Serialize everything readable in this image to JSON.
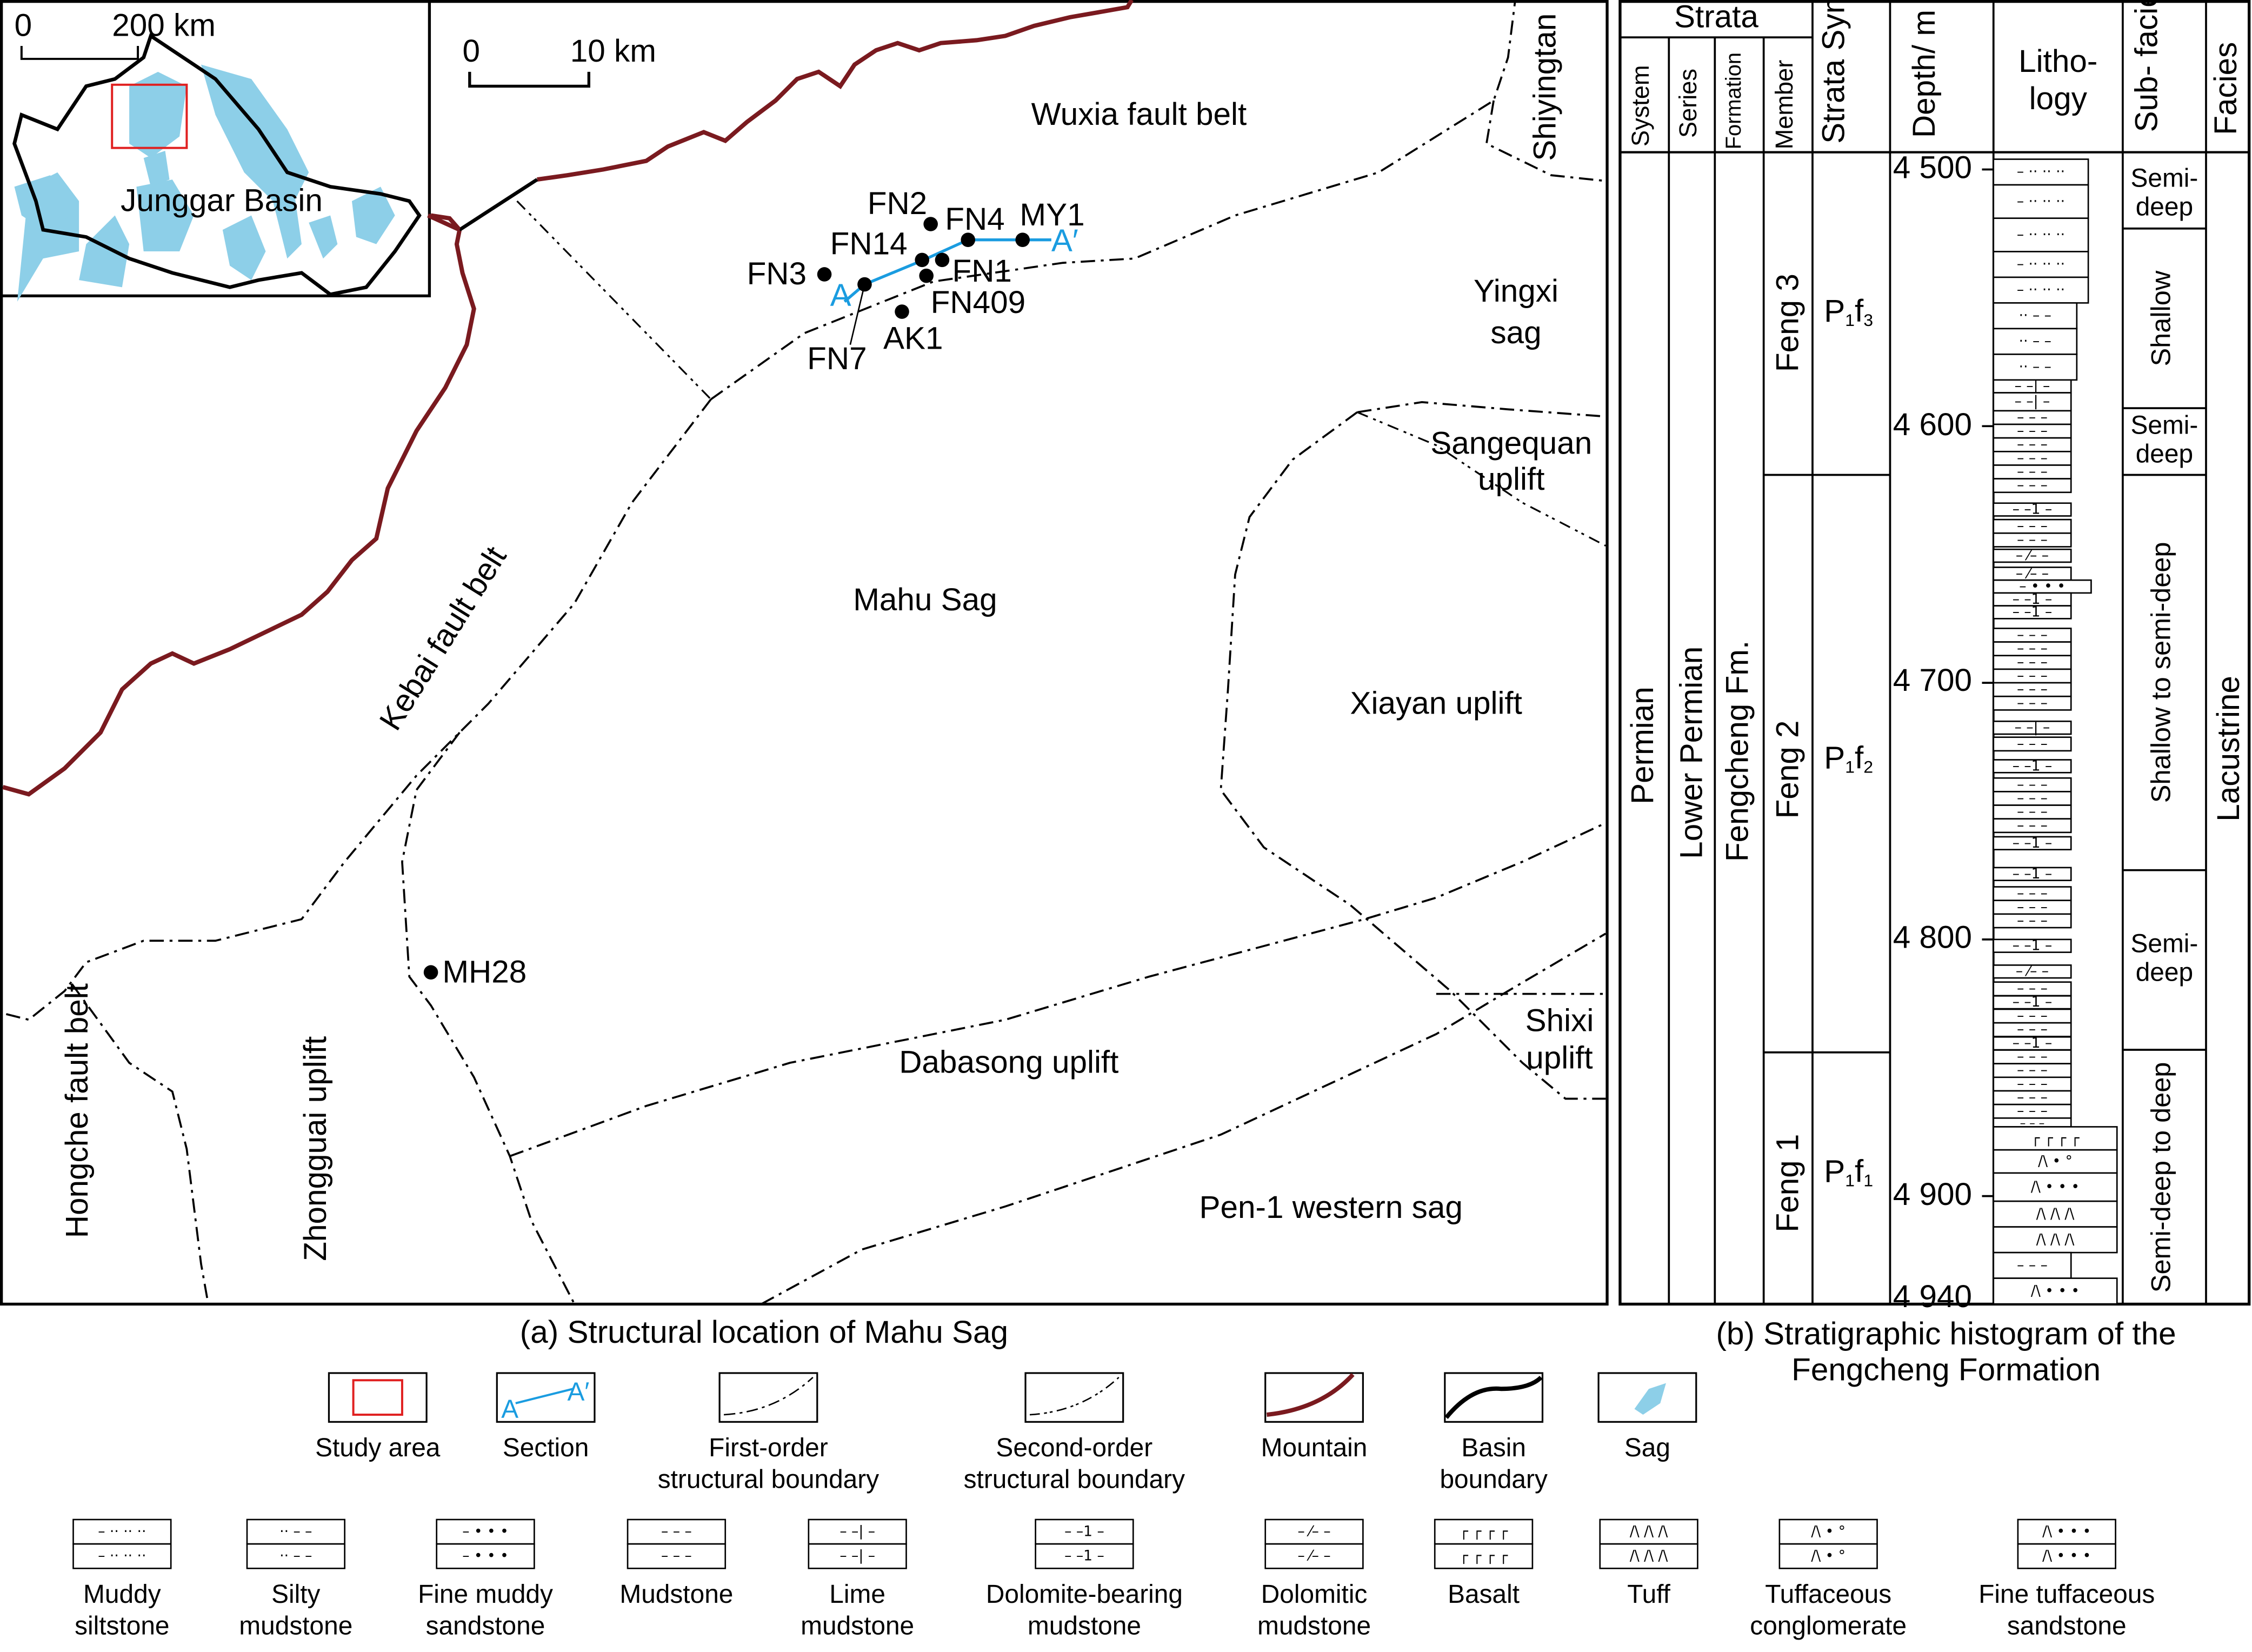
{
  "colors": {
    "mountain": "#7a1a1f",
    "section": "#1a9ce0",
    "sag": "#8dcfe8",
    "study_area": "#e02020",
    "boundary": "#000000"
  },
  "map": {
    "inset": {
      "scale_zero": "0",
      "scale_label": "200 km",
      "basin_label": "Junggar Basin"
    },
    "scale": {
      "zero": "0",
      "label": "10 km"
    },
    "regions": {
      "wuxia": "Wuxia fault belt",
      "shiyingtan": "Shiyingtan\nuplift",
      "yingxi": "Yingxi\nsag",
      "sangequan": "Sangequan\nuplift",
      "kebai": "Kebai fault belt",
      "mahu": "Mahu Sag",
      "xiayan": "Xiayan uplift",
      "shixi": "Shixi\nuplift",
      "dabasong": "Dabasong uplift",
      "pen1": "Pen-1 western sag",
      "hongche": "Hongche\nfault belt",
      "zhongguai": "Zhongguai uplift"
    },
    "wells": [
      "FN2",
      "FN4",
      "MY1",
      "FN14",
      "FN1",
      "FN3",
      "FN409",
      "AK1",
      "FN7",
      "MH28"
    ],
    "section": {
      "start": "A",
      "end": "A′"
    },
    "caption": "(a) Structural location of Mahu Sag"
  },
  "column": {
    "header": {
      "strata": "Strata",
      "system": "System",
      "series": "Series",
      "formation": "Formation",
      "member": "Member",
      "symbol": "Strata\nSymbol",
      "depth": "Depth/\nm",
      "lithology": "Litho-\nlogy",
      "subfacies": "Sub-\nfacies",
      "facies": "Facies"
    },
    "system": "Permian",
    "series": "Lower Permian",
    "formation": "Fengcheng Fm.",
    "members": [
      {
        "name": "Feng 3",
        "symbol_main": "P",
        "symbol_sub1": "1",
        "symbol_f": "f",
        "symbol_sub2": "3",
        "top": 4496,
        "bottom": 4619
      },
      {
        "name": "Feng 2",
        "symbol_main": "P",
        "symbol_sub1": "1",
        "symbol_f": "f",
        "symbol_sub2": "2",
        "top": 4619,
        "bottom": 4844
      },
      {
        "name": "Feng 1",
        "symbol_main": "P",
        "symbol_sub1": "1",
        "symbol_f": "f",
        "symbol_sub2": "1",
        "top": 4844,
        "bottom": 4942
      }
    ],
    "depth_ticks": [
      "4 500",
      "4 600",
      "4 700",
      "4 800",
      "4 900",
      "4 940"
    ],
    "depth_values": [
      4500,
      4600,
      4700,
      4800,
      4900,
      4940
    ],
    "subfacies": [
      {
        "name": "Semi-\ndeep",
        "top": 4496,
        "bottom": 4523,
        "vertical": false
      },
      {
        "name": "Shallow",
        "top": 4523,
        "bottom": 4593,
        "vertical": true
      },
      {
        "name": "Semi-\ndeep",
        "top": 4593,
        "bottom": 4619,
        "vertical": false
      },
      {
        "name": "Shallow to semi-deep",
        "top": 4619,
        "bottom": 4773,
        "vertical": true
      },
      {
        "name": "Semi-\ndeep",
        "top": 4773,
        "bottom": 4843,
        "vertical": false
      },
      {
        "name": "Semi-deep to deep",
        "top": 4843,
        "bottom": 4942,
        "vertical": true
      }
    ],
    "facies": "Lacustrine",
    "lithology": [
      {
        "top": 4496,
        "bottom": 4506,
        "type": "muddy-siltstone"
      },
      {
        "top": 4506,
        "bottom": 4519,
        "type": "muddy-siltstone"
      },
      {
        "top": 4519,
        "bottom": 4532,
        "type": "muddy-siltstone"
      },
      {
        "top": 4532,
        "bottom": 4542,
        "type": "muddy-siltstone"
      },
      {
        "top": 4542,
        "bottom": 4552,
        "type": "muddy-siltstone"
      },
      {
        "top": 4552,
        "bottom": 4562,
        "type": "silty-mudstone"
      },
      {
        "top": 4562,
        "bottom": 4572,
        "type": "silty-mudstone"
      },
      {
        "top": 4572,
        "bottom": 4582,
        "type": "silty-mudstone"
      },
      {
        "top": 4582,
        "bottom": 4587,
        "type": "lime-mudstone"
      },
      {
        "top": 4587,
        "bottom": 4594,
        "type": "lime-mudstone"
      },
      {
        "top": 4594,
        "bottom": 4873,
        "type": "mudstone"
      },
      {
        "top": 4630,
        "bottom": 4635,
        "type": "dolomite-bearing-mudstone"
      },
      {
        "top": 4648,
        "bottom": 4653,
        "type": "dolomitic-mudstone"
      },
      {
        "top": 4655,
        "bottom": 4660,
        "type": "dolomitic-mudstone"
      },
      {
        "top": 4660,
        "bottom": 4665,
        "type": "fine-muddy-sandstone"
      },
      {
        "top": 4665,
        "bottom": 4670,
        "type": "dolomite-bearing-mudstone"
      },
      {
        "top": 4670,
        "bottom": 4675,
        "type": "dolomite-bearing-mudstone"
      },
      {
        "top": 4715,
        "bottom": 4720,
        "type": "lime-mudstone"
      },
      {
        "top": 4730,
        "bottom": 4735,
        "type": "dolomite-bearing-mudstone"
      },
      {
        "top": 4760,
        "bottom": 4765,
        "type": "dolomite-bearing-mudstone"
      },
      {
        "top": 4772,
        "bottom": 4777,
        "type": "dolomite-bearing-mudstone"
      },
      {
        "top": 4800,
        "bottom": 4805,
        "type": "dolomite-bearing-mudstone"
      },
      {
        "top": 4810,
        "bottom": 4815,
        "type": "dolomitic-mudstone"
      },
      {
        "top": 4822,
        "bottom": 4827,
        "type": "dolomite-bearing-mudstone"
      },
      {
        "top": 4838,
        "bottom": 4843,
        "type": "dolomite-bearing-mudstone"
      },
      {
        "top": 4873,
        "bottom": 4882,
        "type": "basalt"
      },
      {
        "top": 4882,
        "bottom": 4891,
        "type": "tuffaceous-conglomerate"
      },
      {
        "top": 4891,
        "bottom": 4902,
        "type": "fine-tuffaceous-sandstone"
      },
      {
        "top": 4902,
        "bottom": 4912,
        "type": "tuff"
      },
      {
        "top": 4912,
        "bottom": 4922,
        "type": "tuff"
      },
      {
        "top": 4922,
        "bottom": 4932,
        "type": "mudstone"
      },
      {
        "top": 4932,
        "bottom": 4942,
        "type": "fine-tuffaceous-sandstone"
      }
    ],
    "caption": "(b) Stratigraphic histogram of the\nFengcheng Formation"
  },
  "legend": [
    {
      "label": "Study area",
      "icon": "study-area"
    },
    {
      "label": "Section",
      "icon": "section"
    },
    {
      "label": "First-order\nstructural boundary",
      "icon": "first-order-boundary"
    },
    {
      "label": "Second-order\nstructural boundary",
      "icon": "second-order-boundary"
    },
    {
      "label": "Mountain",
      "icon": "mountain"
    },
    {
      "label": "Basin\nboundary",
      "icon": "basin-boundary"
    },
    {
      "label": "Sag",
      "icon": "sag"
    },
    {
      "label": "Muddy\nsiltstone",
      "icon": "muddy-siltstone"
    },
    {
      "label": "Silty\nmudstone",
      "icon": "silty-mudstone"
    },
    {
      "label": "Fine muddy\nsandstone",
      "icon": "fine-muddy-sandstone"
    },
    {
      "label": "Mudstone",
      "icon": "mudstone"
    },
    {
      "label": "Lime\nmudstone",
      "icon": "lime-mudstone"
    },
    {
      "label": "Dolomite-bearing\nmudstone",
      "icon": "dolomite-bearing-mudstone"
    },
    {
      "label": "Dolomitic\nmudstone",
      "icon": "dolomitic-mudstone"
    },
    {
      "label": "Basalt",
      "icon": "basalt"
    },
    {
      "label": "Tuff",
      "icon": "tuff"
    },
    {
      "label": "Tuffaceous\nconglomerate",
      "icon": "tuffaceous-conglomerate"
    },
    {
      "label": "Fine tuffaceous\nsandstone",
      "icon": "fine-tuffaceous-sandstone"
    }
  ]
}
